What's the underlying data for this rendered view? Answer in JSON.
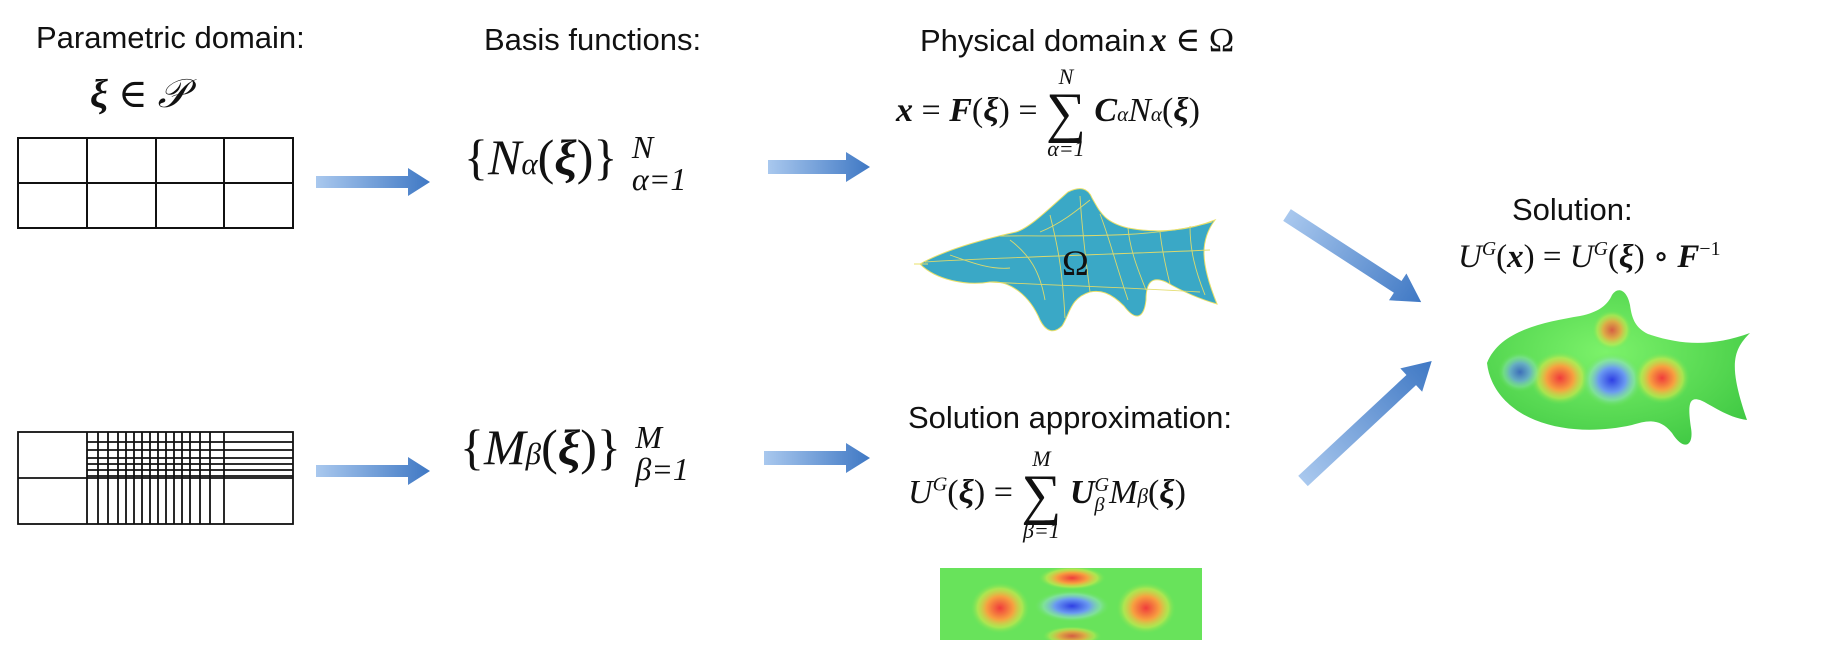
{
  "headers": {
    "parametric": "Parametric domain:",
    "basis": "Basis functions:",
    "physical": "Physical domain",
    "solution_approx": "Solution approximation:",
    "solution": "Solution:"
  },
  "math": {
    "xi": "ξ",
    "in": "∈",
    "P": "𝒫",
    "x": "x",
    "Omega": "Ω",
    "F": "F",
    "C": "C",
    "N": "N",
    "M": "M",
    "U": "U",
    "G": "G",
    "alpha": "α",
    "beta": "β",
    "one": "1",
    "sigma": "∑",
    "alpha_lim": "α=1",
    "beta_lim": "β=1",
    "circ": "∘",
    "inv": "−1"
  },
  "colors": {
    "arrow": "#4f86cc",
    "domain_fill": "#3aa8c6",
    "mesh_lines": "#e9e06a",
    "solution_green": "#5fe05a",
    "hot": "#ef4a3c",
    "cold": "#3a55e6"
  }
}
